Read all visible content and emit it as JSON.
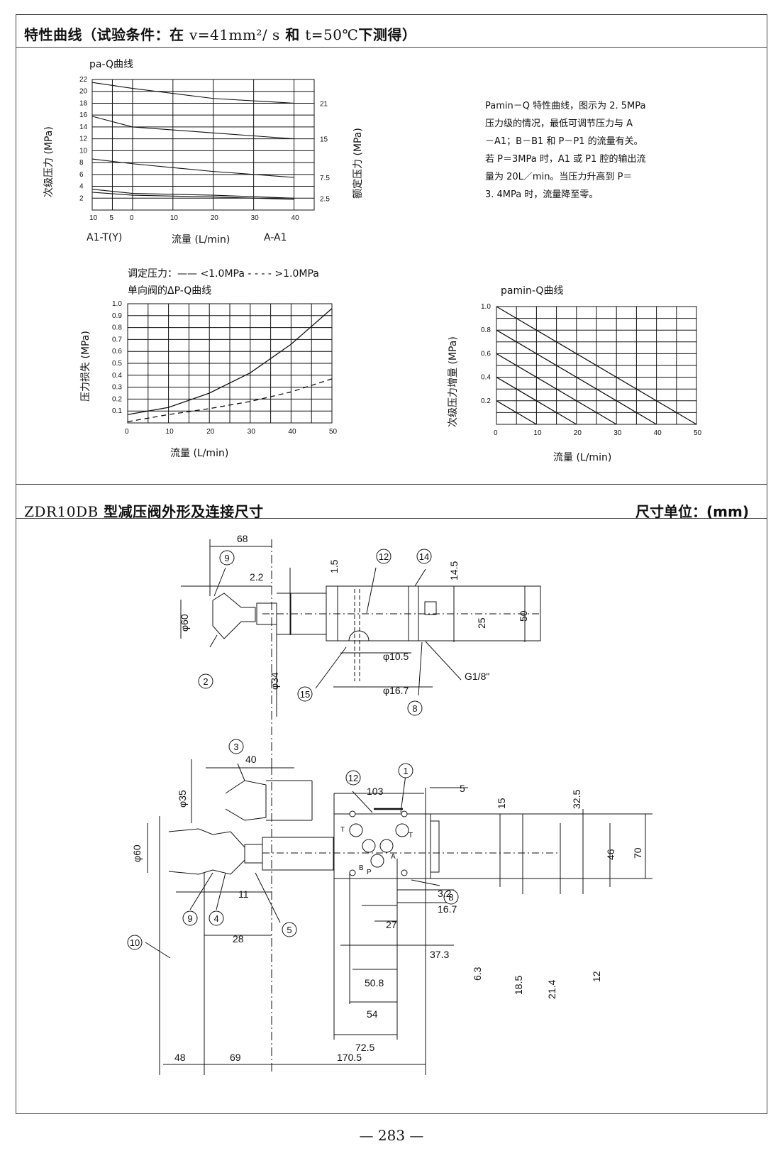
{
  "section1": {
    "title_pre": "特性曲线（试验条件：在 ",
    "title_mid": "v=41mm²/ s",
    "title_and": " 和 ",
    "title_t": "t=50℃",
    "title_post": "下测得）"
  },
  "chart1_labels": {
    "title": "pa-Q曲线",
    "ylabel_left": "次级压力 (MPa)",
    "ylabel_right": "额定压力 (MPa)",
    "x_left": "A1-T(Y)",
    "x_mid": "流量 (L/min)",
    "x_right": "A-A1",
    "x_ticks": [
      "10",
      "5",
      "0",
      "10",
      "20",
      "30",
      "40"
    ],
    "y_ticks": [
      "22",
      "20",
      "18",
      "16",
      "14",
      "12",
      "10",
      "8",
      "6",
      "4",
      "2"
    ],
    "right_ticks": [
      "21",
      "15",
      "7.5",
      "2.5"
    ]
  },
  "note": {
    "lines": [
      "Pamin－Q 特性曲线，图示为 2. 5MPa",
      "压力级的情况，最低可调节压力与 A",
      "－A1；B－B1 和 P－P1 的流量有关。",
      "若 P＝3MPa 时，A1 或 P1 腔的输出流",
      "量为 20L／min。当压力升高到 P＝",
      "3. 4MPa 时，流量降至零。"
    ]
  },
  "chart2_labels": {
    "legend": "调定压力：—— <1.0MPa - - - - >1.0MPa",
    "title": "单向阀的ΔP-Q曲线",
    "ylabel": "压力损失 (MPa)",
    "xlabel": "流量 (L/min)",
    "y_ticks": [
      "1.0",
      "0.9",
      "0.8",
      "0.7",
      "0.6",
      "0.5",
      "0.4",
      "0.3",
      "0.2",
      "0.1"
    ],
    "x_ticks": [
      "0",
      "10",
      "20",
      "30",
      "40",
      "50"
    ]
  },
  "chart3_labels": {
    "title": "pamin-Q曲线",
    "ylabel": "次级压力增量 (MPa)",
    "xlabel": "流量 (L/min)",
    "y_ticks": [
      "1.0",
      "0.8",
      "0.6",
      "0.4",
      "0.2"
    ],
    "x_ticks": [
      "0",
      "10",
      "20",
      "30",
      "40",
      "50"
    ]
  },
  "section2": {
    "title_model": "ZDR10DB",
    "title_rest": " 型减压阀外形及连接尺寸",
    "unit": "尺寸单位：(mm)"
  },
  "drawing": {
    "dims": [
      "68",
      "2.2",
      "1.5",
      "14.5",
      "50",
      "25",
      "φ60",
      "φ34",
      "φ10.5",
      "φ16.7",
      "G1/8\"",
      "40",
      "φ35",
      "103",
      "5",
      "15",
      "32.5",
      "46",
      "70",
      "φ60",
      "11",
      "28",
      "3.2",
      "16.7",
      "27",
      "6.3",
      "18.5",
      "21.4",
      "12",
      "37.3",
      "50.8",
      "54",
      "72.5",
      "48",
      "69",
      "170.5"
    ],
    "balloons": [
      "9",
      "12",
      "14",
      "2",
      "15",
      "8",
      "3",
      "12",
      "1",
      "9",
      "4",
      "5",
      "8",
      "10"
    ],
    "port_letters": [
      "T",
      "T",
      "B",
      "A",
      "P"
    ]
  },
  "page_number": "— 283 —",
  "chart_data": [
    {
      "type": "line",
      "title": "pa-Q曲线",
      "xlabel": "流量 (L/min)",
      "ylabel": "次级压力 (MPa)",
      "xlim": [
        -10,
        45
      ],
      "ylim": [
        0,
        22
      ],
      "series": [
        {
          "name": "21",
          "x": [
            -10,
            0,
            20,
            40
          ],
          "y": [
            21.5,
            20.5,
            18.8,
            18.0
          ]
        },
        {
          "name": "15",
          "x": [
            -10,
            0,
            20,
            40
          ],
          "y": [
            15.8,
            14.0,
            13.0,
            12.0
          ]
        },
        {
          "name": "7.5",
          "x": [
            -10,
            0,
            20,
            40
          ],
          "y": [
            8.6,
            7.8,
            6.5,
            5.5
          ]
        },
        {
          "name": "2.5",
          "x": [
            -10,
            0,
            20,
            40
          ],
          "y": [
            3.5,
            2.8,
            2.5,
            2.0
          ]
        },
        {
          "name": "2.5",
          "x": [
            -10,
            0,
            20,
            40
          ],
          "y": [
            3.0,
            2.5,
            2.2,
            1.8
          ]
        }
      ]
    },
    {
      "type": "line",
      "title": "单向阀的ΔP-Q曲线",
      "xlabel": "流量 (L/min)",
      "ylabel": "压力损失 (MPa)",
      "xlim": [
        0,
        50
      ],
      "ylim": [
        0,
        1.0
      ],
      "series": [
        {
          "name": "<1.0MPa",
          "x": [
            0,
            10,
            20,
            30,
            40,
            50
          ],
          "y": [
            0.07,
            0.13,
            0.25,
            0.42,
            0.66,
            0.96
          ]
        },
        {
          "name": ">1.0MPa",
          "x": [
            0,
            10,
            20,
            30,
            40,
            50
          ],
          "y": [
            0.01,
            0.07,
            0.12,
            0.18,
            0.26,
            0.37
          ]
        }
      ]
    },
    {
      "type": "line",
      "title": "pamin-Q曲线",
      "xlabel": "流量 (L/min)",
      "ylabel": "次级压力增量 (MPa)",
      "xlim": [
        0,
        50
      ],
      "ylim": [
        0,
        1.0
      ],
      "series": [
        {
          "x": [
            0,
            50
          ],
          "y": [
            1.0,
            0.0
          ]
        },
        {
          "x": [
            0,
            40
          ],
          "y": [
            0.8,
            0.0
          ]
        },
        {
          "x": [
            0,
            30
          ],
          "y": [
            0.6,
            0.0
          ]
        },
        {
          "x": [
            0,
            20
          ],
          "y": [
            0.4,
            0.0
          ]
        },
        {
          "x": [
            0,
            10
          ],
          "y": [
            0.2,
            0.0
          ]
        }
      ]
    }
  ]
}
